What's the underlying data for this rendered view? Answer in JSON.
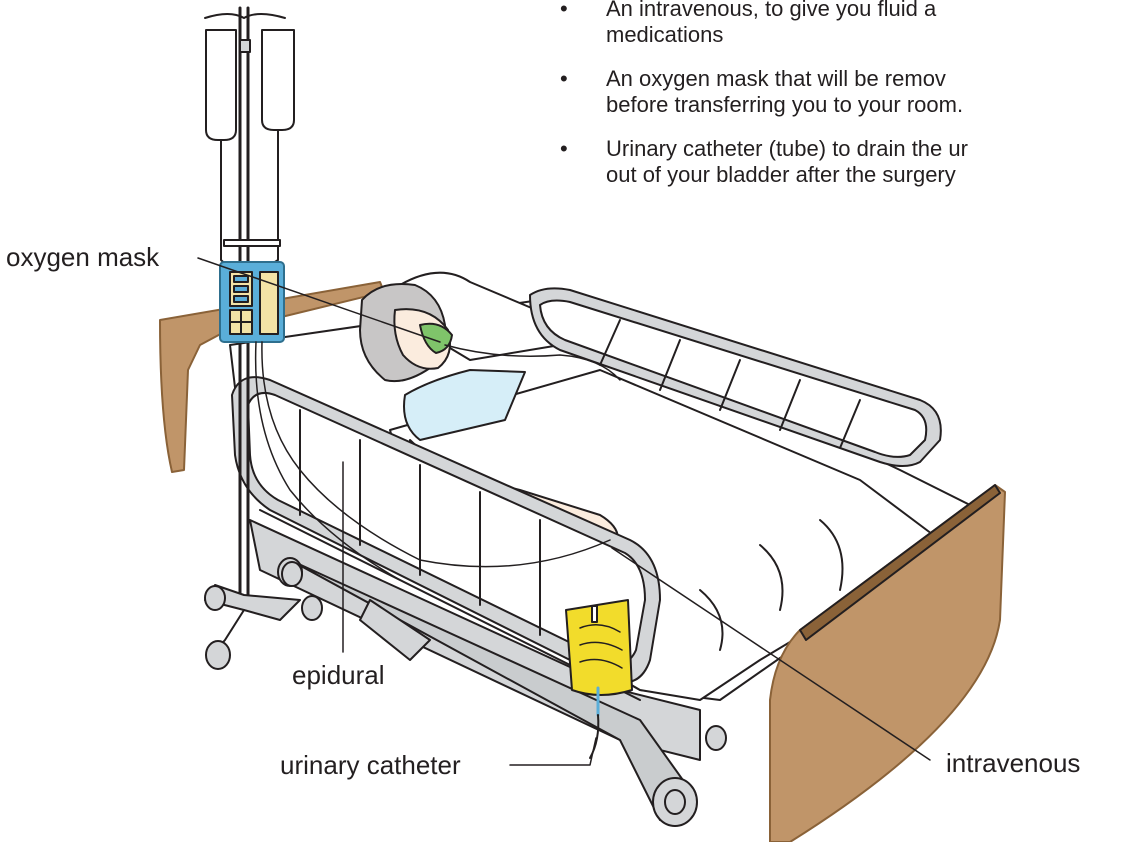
{
  "bullets": [
    "An intravenous, to give you fluid a\nmedications",
    "An oxygen mask that will be remov\nbefore transferring you to your room.",
    "Urinary catheter (tube) to drain the ur\nout of your bladder after the surgery"
  ],
  "labels": {
    "oxygen_mask": "oxygen mask",
    "epidural": "epidural",
    "urinary_catheter": "urinary catheter",
    "intravenous": "intravenous"
  },
  "colors": {
    "outline": "#231f20",
    "wood": "#c09569",
    "wood_edge": "#8a6238",
    "pump": "#5aaed9",
    "pump_dark": "#2e6f8e",
    "pump_screen": "#f3e3a6",
    "gown": "#d6eef8",
    "hair": "#c8c6c6",
    "skin": "#fbecde",
    "mask": "#7fc46a",
    "urine_bag": "#f2dc2b",
    "frame": "#d4d6d8"
  }
}
